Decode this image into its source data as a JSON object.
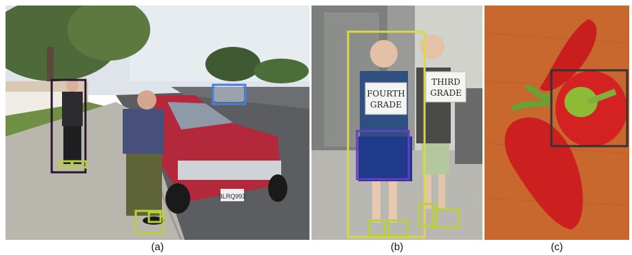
{
  "figure": {
    "panels": [
      {
        "id": "a",
        "caption": "(a)",
        "box_colors": {
          "person_left": "#2a1530",
          "shoe": "#b8d03a"
        }
      },
      {
        "id": "b",
        "caption": "(b)",
        "sign_girl": [
          "FOURTH",
          "GRADE"
        ],
        "sign_boy": [
          "THIRD",
          "GRADE"
        ],
        "box_colors": {
          "girl": "#d8d84a",
          "skirt": "#6a3bc6",
          "shoe": "#b8d03a"
        }
      },
      {
        "id": "c",
        "caption": "(c)",
        "box_colors": {
          "pepper": "#333333"
        }
      }
    ],
    "car_plate": "3LRQ993"
  }
}
